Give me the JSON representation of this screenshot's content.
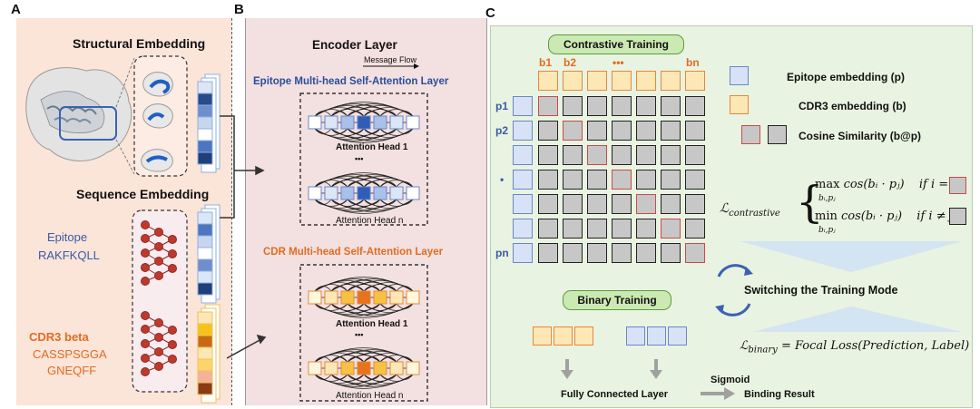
{
  "panelA": {
    "letter": "A",
    "structural_title": "Structural Embedding",
    "sequence_title": "Sequence Embedding",
    "epitope_label": "Epitope",
    "epitope_seq": "RAKFKQLL",
    "cdr3_label": "CDR3 beta",
    "cdr3_seq_line1": "CASSPSGGA",
    "cdr3_seq_line2": "GNEQFF",
    "dots": "..."
  },
  "panelB": {
    "letter": "B",
    "title": "Encoder Layer",
    "message_flow": "Message Flow",
    "epitope_attention_title": "Epitope Multi-head Self-Attention Layer",
    "cdr_attention_title": "CDR Multi-head Self-Attention Layer",
    "head1": "Attention Head 1",
    "headn": "Attention Head n",
    "dots": "•••"
  },
  "panelC": {
    "letter": "C",
    "contrastive_title": "Contrastive Training",
    "binary_title": "Binary Training",
    "col_labels": [
      "b1",
      "b2",
      "•••",
      "bn"
    ],
    "row_labels": [
      "p1",
      "p2",
      "•",
      "pn"
    ],
    "legend": {
      "epitope": "Epitope embedding (p)",
      "cdr3": "CDR3 embedding (b)",
      "cosine": "Cosine Similarity (b@p)"
    },
    "loss_contrastive_label": "ℒ",
    "loss_contrastive_sub": "contrastive",
    "max_term": "max",
    "min_term": "min",
    "under_term": "bᵢ,pⱼ",
    "cos_term": "cos(bᵢ · pⱼ)",
    "if_eq": "if i = j",
    "if_neq": "if i ≠ j",
    "switch_label": "Switching the Training Mode",
    "loss_binary_label": "ℒ",
    "loss_binary_sub": "binary",
    "loss_binary_rhs": "= Focal Loss(Prediction, Label)",
    "fc_layer": "Fully Connected Layer",
    "sigmoid": "Sigmoid",
    "binding_result": "Binding Result"
  },
  "colors": {
    "panelA_bg": "#fbe4d8",
    "panelB_bg": "#f3e0e0",
    "panelC_bg": "#e9f3e1",
    "epitope_blue": "#3b5ba8",
    "cdr_orange": "#e06c21",
    "green_pill": "#cbe9b2",
    "red_highlight": "#c94a4a"
  }
}
